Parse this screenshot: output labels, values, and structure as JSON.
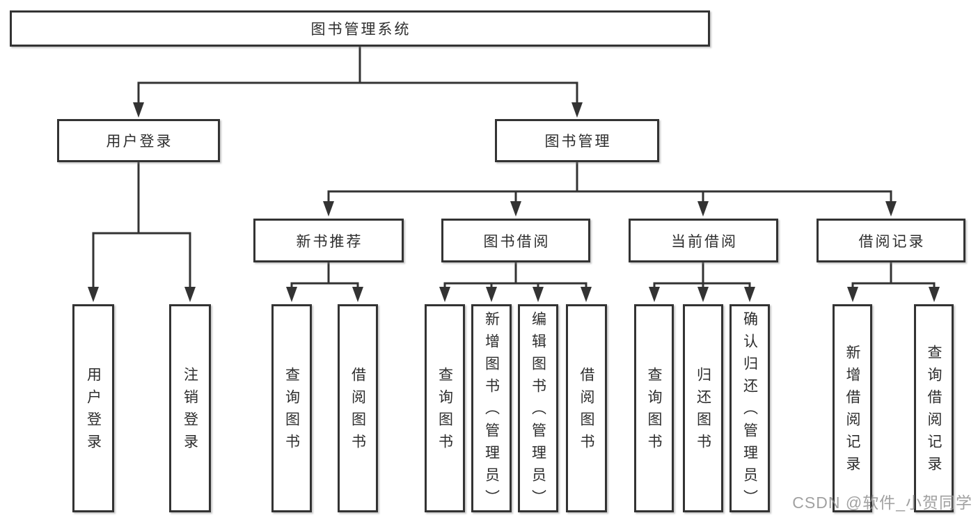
{
  "tree": {
    "root": {
      "label": "图书管理系统"
    },
    "level2": [
      {
        "label": "用户登录",
        "children": [
          {
            "label": "用户登录"
          },
          {
            "label": "注销登录"
          }
        ]
      },
      {
        "label": "图书管理",
        "children": [
          {
            "label": "新书推荐",
            "children": [
              {
                "label": "查询图书"
              },
              {
                "label": "借阅图书"
              }
            ]
          },
          {
            "label": "图书借阅",
            "children": [
              {
                "label": "查询图书"
              },
              {
                "label": "新增图书（管理员）"
              },
              {
                "label": "编辑图书（管理员）"
              },
              {
                "label": "借阅图书"
              }
            ]
          },
          {
            "label": "当前借阅",
            "children": [
              {
                "label": "查询图书"
              },
              {
                "label": "归还图书"
              },
              {
                "label": "确认归还（管理员）"
              }
            ]
          },
          {
            "label": "借阅记录",
            "children": [
              {
                "label": "新增借阅记录"
              },
              {
                "label": "查询借阅记录"
              }
            ]
          }
        ]
      }
    ]
  },
  "watermark": {
    "text": "CSDN @软件_小贺同学"
  },
  "colors": {
    "line": "#333333",
    "text": "#2d2d2d",
    "background": "#ffffff",
    "watermark": "#919191"
  }
}
